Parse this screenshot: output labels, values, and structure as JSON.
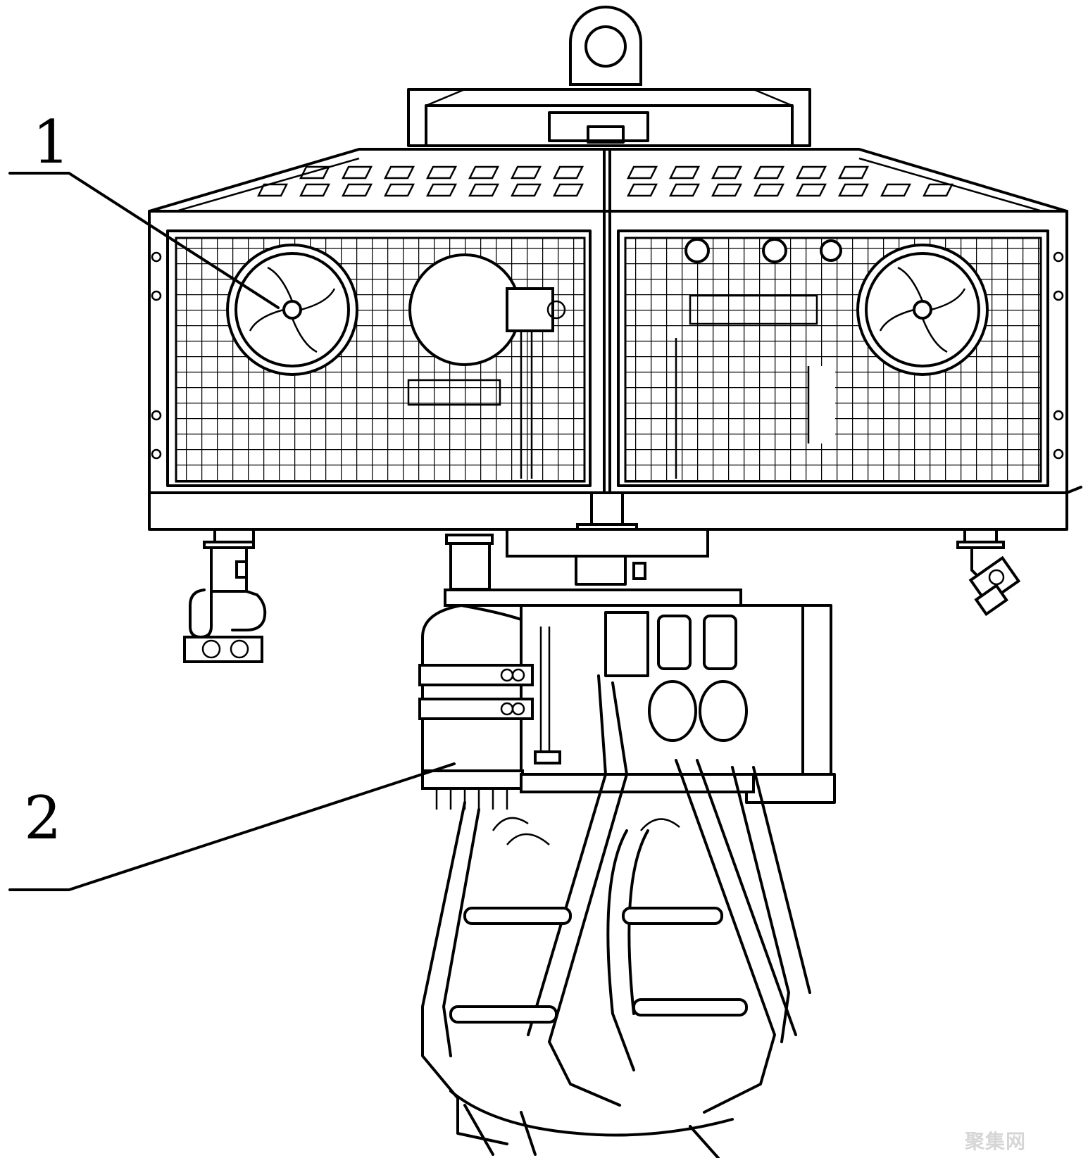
{
  "labels": {
    "part_1": "1",
    "part_2": "2"
  },
  "watermark": {
    "text": "聚集网"
  },
  "colors": {
    "line": "#000000",
    "background": "#ffffff",
    "watermark": "#d6d6d6"
  }
}
